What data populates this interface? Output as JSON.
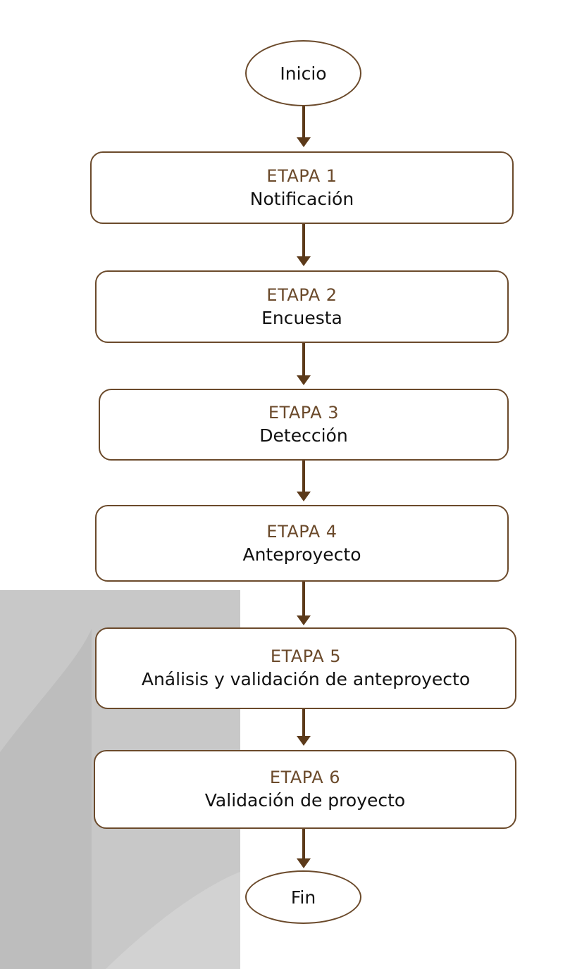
{
  "flow": {
    "start": "Inicio",
    "end": "Fin",
    "stages": [
      {
        "label": "ETAPA 1",
        "name": "Notificación"
      },
      {
        "label": "ETAPA 2",
        "name": "Encuesta"
      },
      {
        "label": "ETAPA 3",
        "name": "Detección"
      },
      {
        "label": "ETAPA 4",
        "name": "Anteproyecto"
      },
      {
        "label": "ETAPA 5",
        "name": "Análisis y validación de anteproyecto"
      },
      {
        "label": "ETAPA 6",
        "name": "Validación de proyecto"
      }
    ]
  },
  "colors": {
    "border": "#6b4a2b",
    "arrow": "#5c3a1a",
    "stage_label": "#6b4a2b",
    "background_panel": "#c8c8c8"
  }
}
